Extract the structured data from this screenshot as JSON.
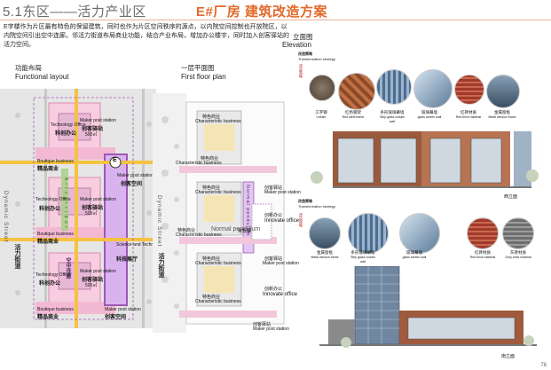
{
  "header": {
    "section_title": "5.1东区——活力产业区",
    "building_title": "E#厂房  建筑改造方案"
  },
  "intro_text": "E字楼作为片区最有特色的保留建筑，同时也作为片区空间秩序的源点，以内院空间控制也开放院区，以内院空间引出空中连廊。邻活力街道布局商业功能，结合产业布局，增加办公楼宇，同时加入创客驿站的活力空间。",
  "functional": {
    "title_cn": "功能布局",
    "title_en": "Functional  layout",
    "street_en": "Dynamic Street",
    "street_cn": "活力街道",
    "circle_label": "E",
    "vertical_green": "A i r   c o r r i d o r",
    "center_cn": "空中连廊",
    "labels": {
      "tech_office_1": "Technology Office",
      "tech_cn_1": "科创办公",
      "maker_1": "Maker post station",
      "maker_cn_1": "创客驿站",
      "area_1": "500㎡",
      "boutique_1": "Boutique business",
      "boutique_cn_1": "精品商业",
      "maker_space": "Maker post station",
      "maker_space_cn": "创客空间",
      "tech_office_2": "Technology Office",
      "tech_cn_2": "科创办公",
      "maker_2": "Maker post station",
      "maker_cn_2": "创客驿站",
      "area_2": "500㎡",
      "boutique_2": "Boutique business",
      "boutique_cn_2": "精品商业",
      "science_tech": "Science and Technology",
      "science_cn": "科技展厅",
      "tech_office_3": "Technology Office",
      "tech_cn_3": "科创办公",
      "maker_3": "Maker post station",
      "maker_cn_3": "创客驿站",
      "area_3": "500㎡",
      "boutique_3": "Boutique business",
      "boutique_cn_3": "精品商业",
      "maker_4": "Maker post station",
      "maker_cn_4": "创客空间"
    }
  },
  "floorplan": {
    "title_cn": "一层平面图",
    "title_en": "First floor  plan",
    "street_en": "Dynamic Street",
    "street_cn": "活力街道",
    "normal_pendulum": "Normal pendulum",
    "normal_pendulum_cn": "常规摆",
    "innovate_office": "Innovate office",
    "innovate_cn": "创新办公",
    "labels": {
      "char_biz_1": "Characteristic business",
      "char_cn_1": "特色商业",
      "char_biz_2": "Characteristic business",
      "char_cn_2": "特色商业",
      "char_biz_3": "Characteristic business",
      "char_cn_3": "特色商业",
      "char_biz_4": "Characteristic business",
      "char_cn_4": "特色商业",
      "char_biz_5": "Characteristic business",
      "char_cn_5": "特色商业",
      "char_biz_6": "Characteristic business",
      "char_cn_6": "特色商业",
      "maker_a": "Maker post station",
      "maker_a_cn": "创客驿站",
      "innovate_a": "Innovate office",
      "innovate_a_cn": "创新办公",
      "maker_b": "Maker post station",
      "maker_b_cn": "创客驿站",
      "innovate_b": "Innovate office",
      "innovate_b_cn": "创新办公",
      "maker_c": "Maker post station",
      "maker_c_cn": "创客驿站"
    }
  },
  "elevation": {
    "title_cn": "立面图",
    "title_en": "Elevation",
    "strategy_cn_1": "改造策略",
    "strategy_en_1": "Transformation strategy",
    "strategy_cn_2": "改造策略",
    "strategy_en_2": "Transformation strategy",
    "side_tag": "改造策略",
    "materials_1": [
      {
        "cn": "工字钢",
        "en": "I-beam"
      },
      {
        "cn": "红色钢架",
        "en": "Red steel frame"
      },
      {
        "cn": "条形玻璃幕墙",
        "en": "Strip glass curtain wall"
      },
      {
        "cn": "玻璃幕墙",
        "en": "glass screen wall"
      },
      {
        "cn": "红砖材质",
        "en": "Red brick material"
      },
      {
        "cn": "金属窗框",
        "en": "Metal window frame"
      }
    ],
    "materials_2": [
      {
        "cn": "金属窗框",
        "en": "Metal window frame"
      },
      {
        "cn": "条形玻璃幕墙",
        "en": "Strip glass curtain wall"
      },
      {
        "cn": "玻璃幕墙",
        "en": "glass screen wall"
      },
      {
        "cn": "红砖材质",
        "en": "Red brick material"
      },
      {
        "cn": "灰砖材质",
        "en": "Grey brick material"
      }
    ],
    "west_label": "西立面",
    "south_label": "南立面"
  },
  "page_number": "78",
  "colors": {
    "accent": "#e26a2c",
    "pink": "#d98cb0",
    "purple": "#9b59b6",
    "yellow": "#f5c242",
    "green": "#7fb04b"
  }
}
